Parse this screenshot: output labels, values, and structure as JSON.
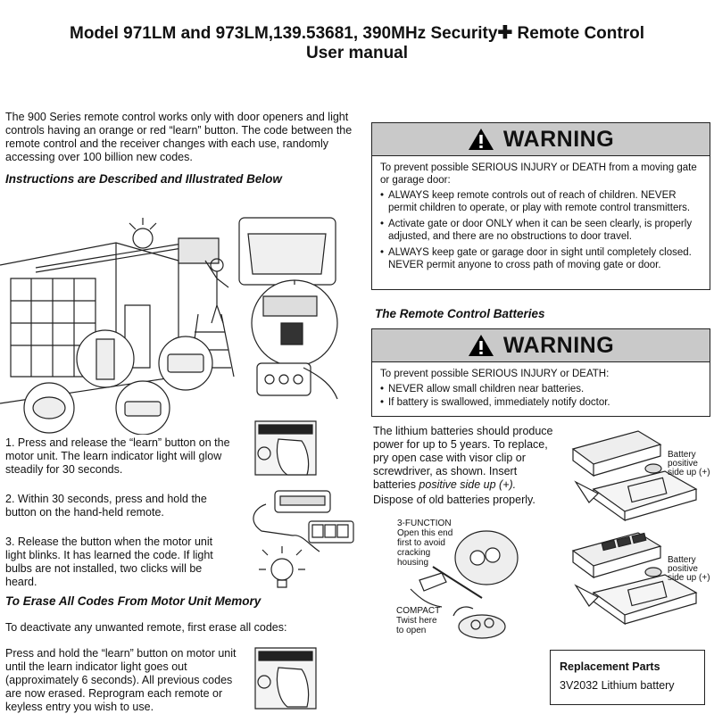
{
  "title": {
    "line1": "Model 971LM and 973LM,139.53681, 390MHz Security",
    "plus": "✚",
    "line1_suffix": "Remote Control",
    "line2": "User manual"
  },
  "intro": "The 900 Series remote control works only with door openers and light controls having an orange or red “learn” button. The code between the remote control and the receiver changes with each use, randomly accessing over 100 billion new codes.",
  "instructions_heading": "Instructions are Described and Illustrated Below",
  "steps": [
    "1. Press and release the “learn” button on the motor unit. The learn indicator light will glow steadily for 30 seconds.",
    "2. Within 30 seconds, press and hold the button on the hand-held remote.",
    "3. Release the button when the motor unit light blinks. It has learned the code. If light bulbs are not installed, two clicks will be heard."
  ],
  "erase": {
    "heading": "To Erase All Codes From Motor Unit Memory",
    "p1": "To deactivate any unwanted remote, first erase all codes:",
    "p2": "Press and hold the “learn” button on motor unit until the learn indicator light goes out (approximately 6 seconds). All previous codes are now erased. Reprogram each remote or keyless entry you wish to use."
  },
  "warning1": {
    "label": "WARNING",
    "lead": "To prevent possible SERIOUS INJURY or DEATH from a moving gate or garage door:",
    "bullets": [
      "ALWAYS keep remote controls out of reach of children. NEVER permit children to operate, or play with remote control transmitters.",
      "Activate gate or door ONLY when it can be seen clearly, is properly adjusted, and there are no obstructions to door travel.",
      "ALWAYS keep gate or garage door in sight until completely closed. NEVER permit anyone to cross path of moving gate or door."
    ]
  },
  "batteries_heading": "The Remote Control Batteries",
  "warning2": {
    "label": "WARNING",
    "lead": "To prevent possible SERIOUS INJURY or DEATH:",
    "bullets": [
      "NEVER allow small children near batteries.",
      "If battery is swallowed, immediately notify doctor."
    ]
  },
  "battery_text": {
    "main": "The lithium batteries should produce power for up to 5 years. To replace, pry open case with visor clip or screwdriver, as shown. Insert batteries ",
    "emph": "positive side up (+).",
    "dispose": "Dispose of old batteries properly."
  },
  "captions": {
    "three_function": [
      "3-FUNCTION",
      "Open this end",
      "first to avoid",
      "cracking",
      "housing"
    ],
    "compact": [
      "COMPACT",
      "Twist here",
      "to open"
    ],
    "battery_positive_1": [
      "Battery",
      "positive",
      "side up (+)"
    ],
    "battery_positive_2": [
      "Battery",
      "positive",
      "side up (+)"
    ]
  },
  "replacement": {
    "heading": "Replacement Parts",
    "item": "3V2032 Lithium battery"
  },
  "icons": [
    "warning-triangle-icon",
    "plus-icon",
    "light-bulb-icon"
  ]
}
